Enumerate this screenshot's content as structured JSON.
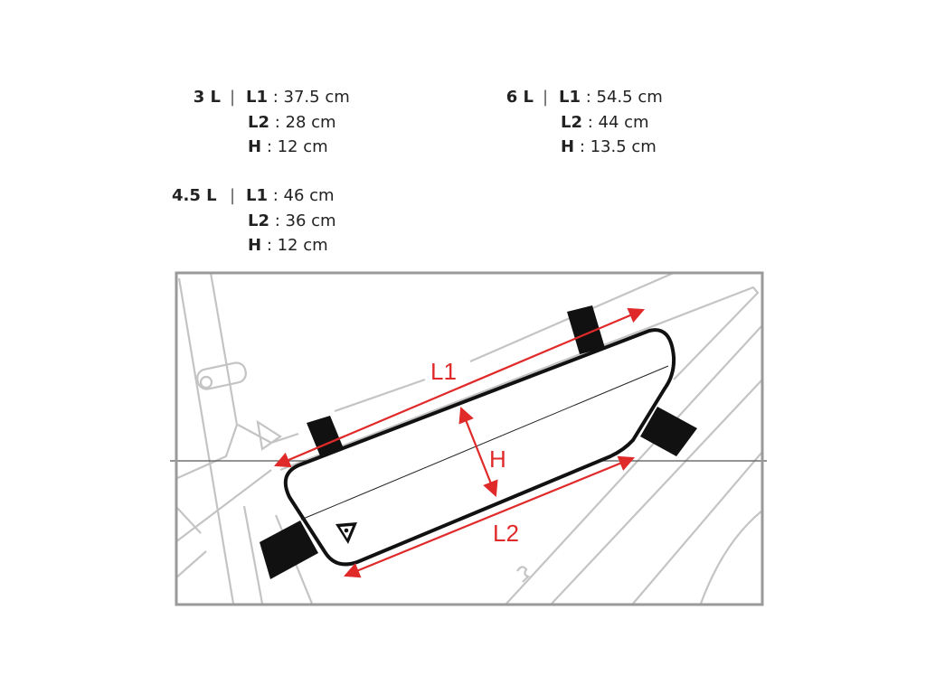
{
  "specs": [
    {
      "size": "3 L",
      "separator": "|",
      "dims": [
        {
          "key": "L1",
          "value": ": 37.5 cm"
        },
        {
          "key": "L2",
          "value": ": 28 cm"
        },
        {
          "key": "H",
          "value": ": 12 cm"
        }
      ]
    },
    {
      "size": "6 L",
      "separator": "|",
      "dims": [
        {
          "key": "L1",
          "value": ": 54.5 cm"
        },
        {
          "key": "L2",
          "value": ": 44 cm"
        },
        {
          "key": "H",
          "value": ": 13.5 cm"
        }
      ]
    },
    {
      "size": "4.5 L",
      "separator": "|",
      "dims": [
        {
          "key": "L1",
          "value": ": 46 cm"
        },
        {
          "key": "L2",
          "value": ": 36 cm"
        },
        {
          "key": "H",
          "value": ": 12 cm"
        }
      ]
    }
  ],
  "diagram": {
    "labels": {
      "l1": "L1",
      "l2": "L2",
      "h": "H"
    },
    "colors": {
      "arrow": "#e02a2a",
      "frame": "#9a9a9a",
      "bike": "#c4c4c4",
      "bag": "#111111"
    }
  }
}
